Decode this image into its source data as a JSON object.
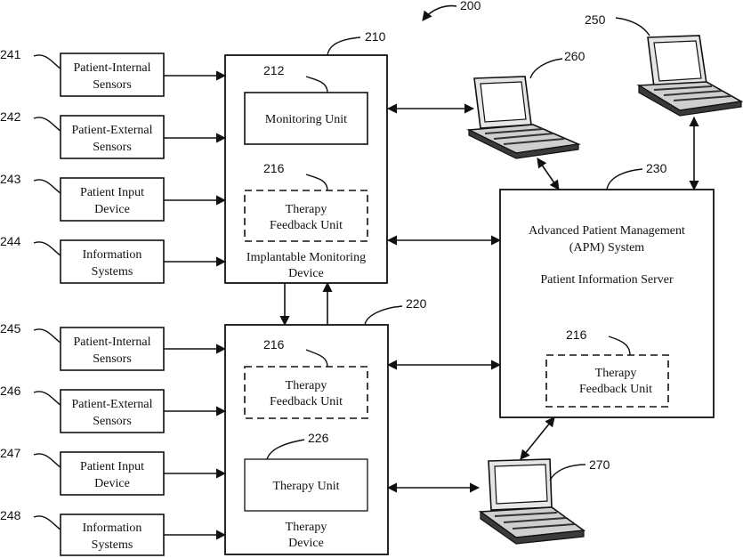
{
  "figure_ref": "200",
  "sources_top": [
    {
      "ref": "241",
      "lines": [
        "Patient-Internal",
        "Sensors"
      ]
    },
    {
      "ref": "242",
      "lines": [
        "Patient-External",
        "Sensors"
      ]
    },
    {
      "ref": "243",
      "lines": [
        "Patient Input",
        "Device"
      ]
    },
    {
      "ref": "244",
      "lines": [
        "Information",
        "Systems"
      ]
    }
  ],
  "sources_bottom": [
    {
      "ref": "245",
      "lines": [
        "Patient-Internal",
        "Sensors"
      ]
    },
    {
      "ref": "246",
      "lines": [
        "Patient-External",
        "Sensors"
      ]
    },
    {
      "ref": "247",
      "lines": [
        "Patient Input",
        "Device"
      ]
    },
    {
      "ref": "248",
      "lines": [
        "Information",
        "Systems"
      ]
    }
  ],
  "imd": {
    "ref": "210",
    "lines": [
      "Implantable Monitoring",
      "Device"
    ],
    "monitoring_unit": {
      "ref": "212",
      "label": "Monitoring Unit"
    },
    "feedback_unit": {
      "ref": "216",
      "lines": [
        "Therapy",
        "Feedback Unit"
      ]
    }
  },
  "therapy_device": {
    "ref": "220",
    "lines": [
      "Therapy",
      "Device"
    ],
    "feedback_unit": {
      "ref": "216",
      "lines": [
        "Therapy",
        "Feedback Unit"
      ]
    },
    "therapy_unit": {
      "ref": "226",
      "label": "Therapy Unit"
    }
  },
  "apm": {
    "ref": "230",
    "title_lines": [
      "Advanced Patient Management",
      "(APM) System"
    ],
    "server_label": "Patient Information Server",
    "feedback_unit": {
      "ref": "216",
      "lines": [
        "Therapy",
        "Feedback Unit"
      ]
    }
  },
  "laptops": [
    {
      "ref": "250"
    },
    {
      "ref": "260"
    },
    {
      "ref": "270"
    }
  ]
}
